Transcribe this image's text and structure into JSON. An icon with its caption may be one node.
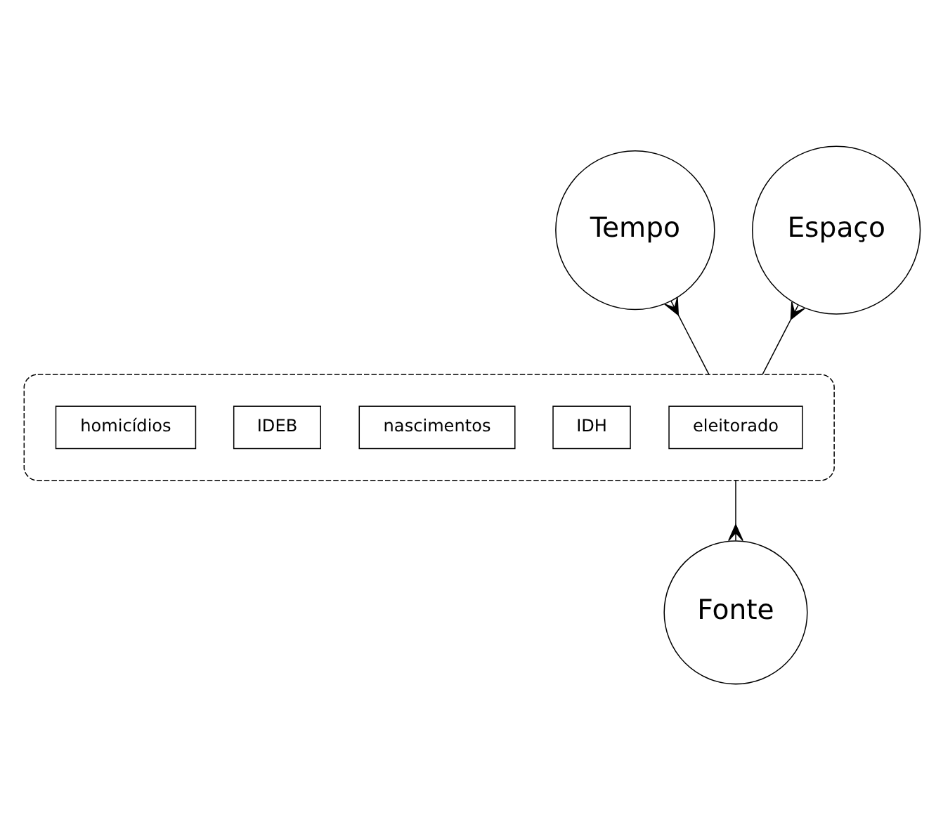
{
  "diagram": {
    "nodes": [
      {
        "text": [
          "Tempo"
        ]
      },
      {
        "text": [
          "Espaço"
        ]
      },
      {
        "text": [
          "Fonte"
        ]
      },
      {
        "text": [],
        "shape": "ellipse"
      },
      {
        "text": [
          "eleitorado"
        ],
        "in": 3
      },
      {
        "text": [
          "IDH"
        ],
        "in": 3
      },
      {
        "text": [
          "nascimentos"
        ],
        "in": 3
      },
      {
        "text": [
          "IDEB"
        ],
        "in": 3
      },
      {
        "text": [
          "homicídios"
        ],
        "in": 3
      }
    ],
    "edges": [
      {
        "from": 3,
        "to": 0,
        "arrow": "other"
      },
      {
        "from": 3,
        "to": 1,
        "arrow": "other"
      },
      {
        "from": 3,
        "to": 2,
        "arrow": "other"
      }
    ]
  }
}
